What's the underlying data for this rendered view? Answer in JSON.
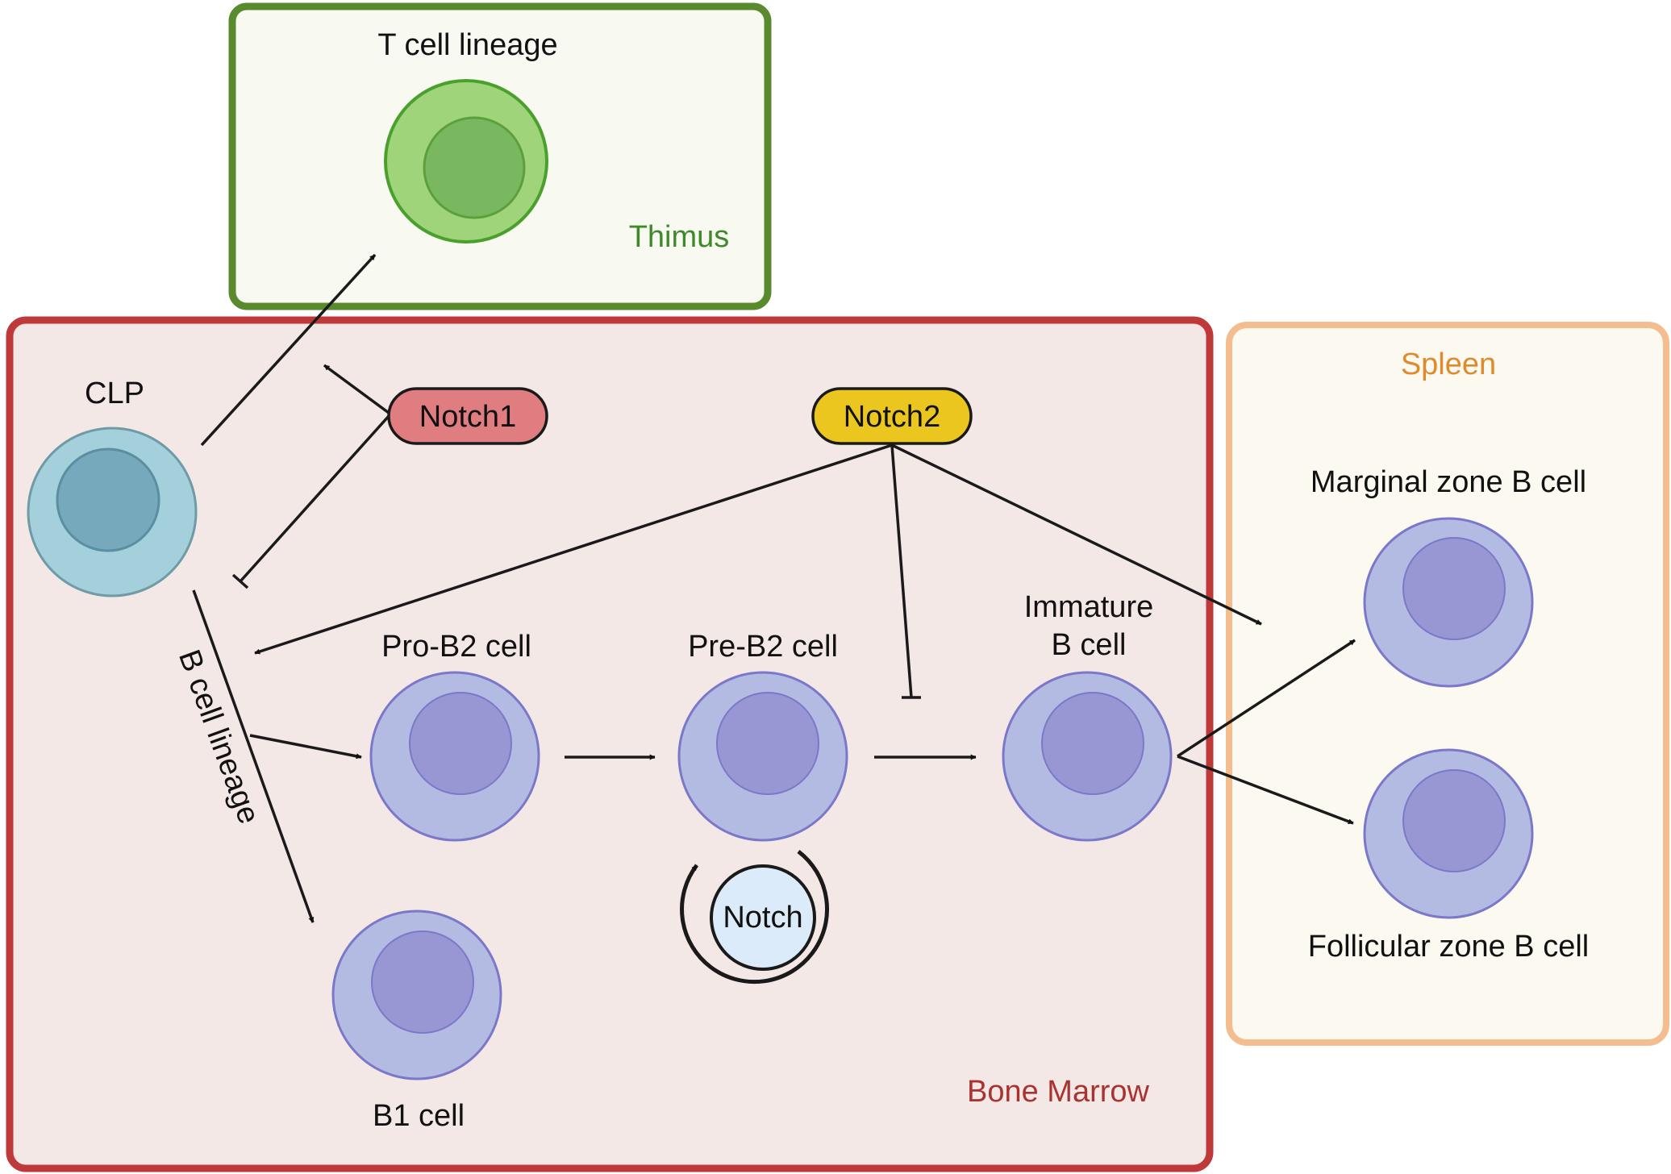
{
  "regions": {
    "thymus": "Thimus",
    "bone_marrow": "Bone Marrow",
    "spleen": "Spleen"
  },
  "cells": {
    "t_cell": "T cell lineage",
    "clp": "CLP",
    "pro_b2": "Pro-B2 cell",
    "pre_b2": "Pre-B2 cell",
    "immature_line1": "Immature",
    "immature_line2": "B cell",
    "b1": "B1 cell",
    "marginal": "Marginal zone B cell",
    "follicular": "Follicular zone B cell"
  },
  "signals": {
    "notch1": "Notch1",
    "notch2": "Notch2",
    "notch": "Notch"
  },
  "arrow_labels": {
    "b_lineage": "B cell lineage"
  },
  "colors": {
    "thymus_border": "#5a8a2e",
    "thymus_fill": "#f8f9f0",
    "bone_marrow_border": "#c0393a",
    "bone_marrow_fill": "#f4e8e6",
    "spleen_border": "#f3bd8f",
    "spleen_fill": "#fbf9f0",
    "thymus_text": "#3e8a2a",
    "bone_marrow_text": "#a8332f",
    "spleen_text": "#e08a2c",
    "notch1_fill": "#e07d80",
    "notch2_fill": "#ebc61e",
    "notch_fill": "#dcebf9"
  }
}
